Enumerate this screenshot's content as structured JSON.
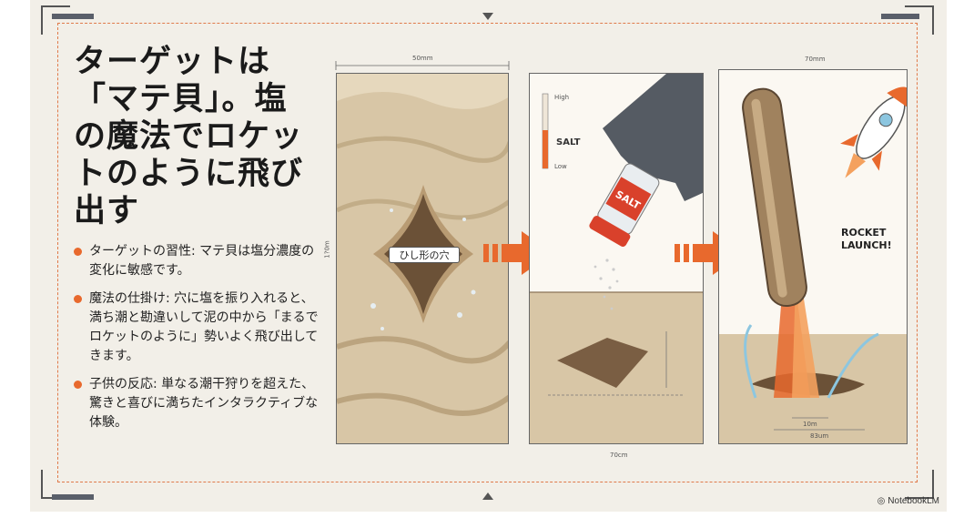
{
  "slide": {
    "headline": "ターゲットは「マテ貝」。塩の魔法でロケットのように飛び出す",
    "bullets": [
      "ターゲットの習性: マテ貝は塩分濃度の変化に敏感です。",
      "魔法の仕掛け: 穴に塩を振り入れると、満ち潮と勘違いして泥の中から「まるでロケットのように」勢いよく飛び出してきます。",
      "子供の反応: 単なる潮干狩りを超えた、驚きと喜びに満ちたインタラクティブな体験。"
    ]
  },
  "panels": {
    "hole": {
      "dim_top": "50mm",
      "dim_side": "1?0m",
      "label": "ひし形の穴"
    },
    "salt": {
      "gauge_high": "High",
      "gauge_label": "SALT",
      "gauge_low": "Low",
      "bottle_text": "SALT",
      "dim_bottom": "70cm"
    },
    "launch": {
      "dim_top": "70mm",
      "rocket_text_1": "ROCKET",
      "rocket_text_2": "LAUNCH!",
      "dim_inner": "10m",
      "dim_bottom": "83um"
    }
  },
  "brand": "NotebookLM",
  "colors": {
    "accent": "#e8692d",
    "background": "#f2efe8",
    "panel_border": "#666666"
  },
  "icons": [
    "hand-glove-icon",
    "salt-shaker-icon",
    "rocket-icon",
    "razor-clam-icon",
    "arrow-right-icon",
    "notebooklm-logo-icon"
  ]
}
